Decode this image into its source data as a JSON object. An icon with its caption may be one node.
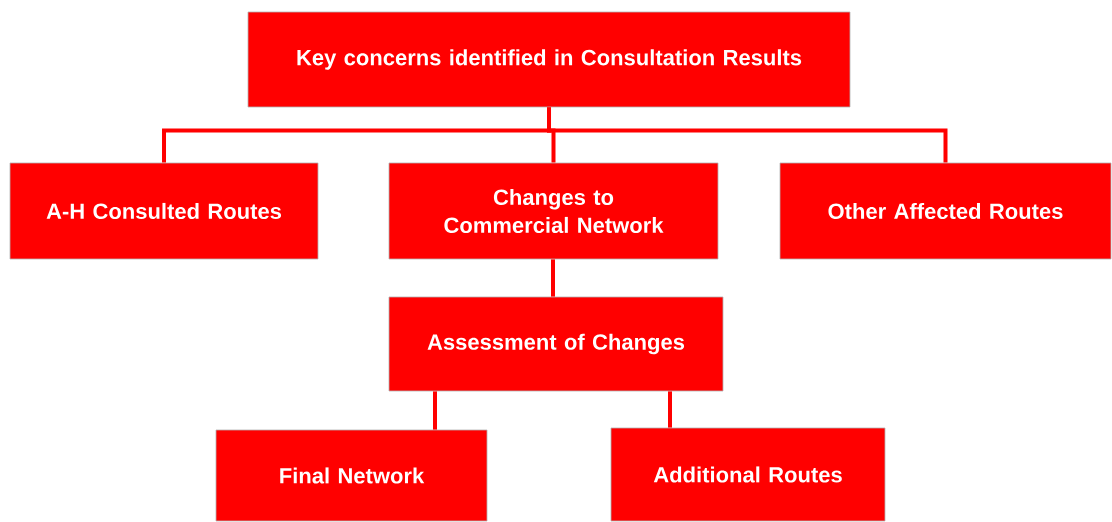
{
  "diagram": {
    "nodes": [
      {
        "text": [
          "Key concerns identified in Consultation Results"
        ]
      },
      {
        "text": [
          "A-H Consulted Routes"
        ]
      },
      {
        "text": [
          "Changes to Commercial Network"
        ]
      },
      {
        "text": [
          "Other Affected Routes"
        ]
      },
      {
        "text": [
          "Assessment of Changes"
        ]
      },
      {
        "text": [
          "Final Network"
        ]
      },
      {
        "text": [
          "Additional Routes"
        ]
      }
    ],
    "edges": [
      {
        "from": 0,
        "to": 1,
        "arrow": "none"
      },
      {
        "from": 0,
        "to": 2,
        "arrow": "none"
      },
      {
        "from": 0,
        "to": 3,
        "arrow": "none"
      },
      {
        "from": 2,
        "to": 4,
        "arrow": "none"
      },
      {
        "from": 4,
        "to": 5,
        "arrow": "none"
      },
      {
        "from": 4,
        "to": 6,
        "arrow": "none"
      }
    ]
  }
}
